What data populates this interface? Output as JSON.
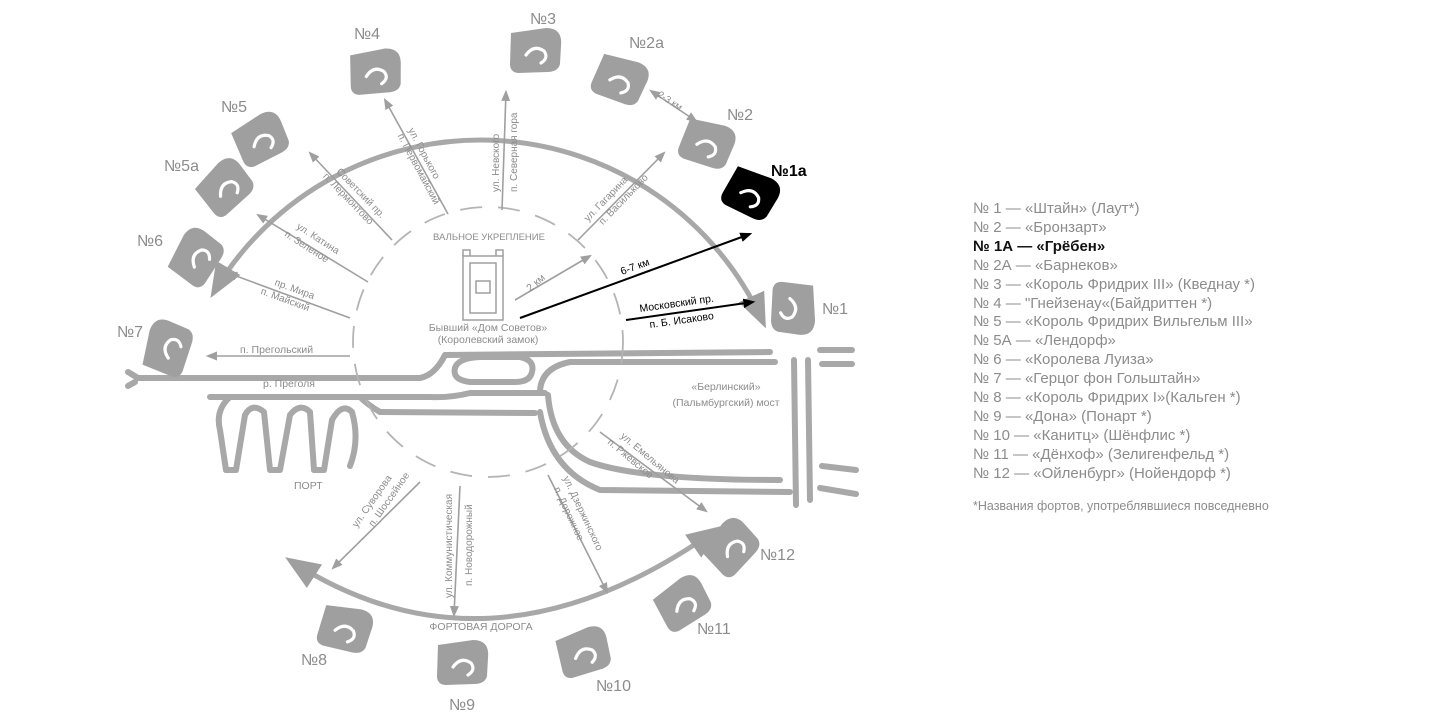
{
  "colors": {
    "gray": "#9f9f9f",
    "text": "#8c8c8c",
    "accent": "#000000"
  },
  "forts": [
    {
      "label": "№1"
    },
    {
      "label": "№1a"
    },
    {
      "label": "№2"
    },
    {
      "label": "№2a"
    },
    {
      "label": "№3"
    },
    {
      "label": "№4"
    },
    {
      "label": "№5"
    },
    {
      "label": "№5a"
    },
    {
      "label": "№6"
    },
    {
      "label": "№7"
    },
    {
      "label": "№8"
    },
    {
      "label": "№9"
    },
    {
      "label": "№10"
    },
    {
      "label": "№11"
    },
    {
      "label": "№12"
    }
  ],
  "map_labels": {
    "inner_ring": "ВАЛЬНОЕ УКРЕПЛЕНИЕ",
    "castle_line1": "Бывший «Дом Советов»",
    "castle_line2": "(Королевский замок)",
    "dist_2km": "2 км",
    "dist_67km": "6-7 км",
    "dist_23km": "2-3 км",
    "moskovsky_1": "Московский пр.",
    "moskovsky_2": "п. Б. Исаково",
    "bridge_1": "«Берлинский»",
    "bridge_2": "(Пальмбургский) мост",
    "river": "р. Преголя",
    "port": "ПОРТ",
    "fort_road": "ФОРТОВАЯ ДОРОГА",
    "pregolsky": "п. Прегольский"
  },
  "roads": [
    {
      "l1": "ул. Горького",
      "l2": "п. Первомайский"
    },
    {
      "l1": "ул. Невского",
      "l2": "п. Северная гора"
    },
    {
      "l1": "ул. Гагарина",
      "l2": "п. Васильково"
    },
    {
      "l1": "Советский пр.",
      "l2": "п. Лермонтово"
    },
    {
      "l1": "ул. Катина",
      "l2": "п. Зеленое"
    },
    {
      "l1": "пр. Мира",
      "l2": "п. Майский"
    },
    {
      "l1": "ул. Суворова",
      "l2": "п. Шоссейное"
    },
    {
      "l1": "ул. Коммунистическая",
      "l2": "п. Новодорожный"
    },
    {
      "l1": "ул. Дзержинского",
      "l2": "п. Дорожное"
    },
    {
      "l1": "ул. Емельянова",
      "l2": "п. Ржевское"
    }
  ],
  "legend": {
    "items": [
      {
        "num": "№ 1",
        "text": " — «Штайн» (Лаут*)",
        "active": false
      },
      {
        "num": "№ 2",
        "text": " — «Бронзарт»",
        "active": false
      },
      {
        "num": "№ 1А",
        "text": " — «Грёбен»",
        "active": true
      },
      {
        "num": "№ 2А",
        "text": " — «Барнеков»",
        "active": false
      },
      {
        "num": "№ 3",
        "text": " — «Король Фридрих III» (Кведнау *)",
        "active": false
      },
      {
        "num": "№ 4",
        "text": " — \"Гнейзенау«(Байдриттен *)",
        "active": false
      },
      {
        "num": "№ 5",
        "text": " — «Король Фридрих Вильгельм III»",
        "active": false
      },
      {
        "num": "№ 5А",
        "text": " — «Лендорф»",
        "active": false
      },
      {
        "num": "№ 6",
        "text": " — «Королева Луиза»",
        "active": false
      },
      {
        "num": "№ 7",
        "text": " — «Герцог фон Гольштайн»",
        "active": false
      },
      {
        "num": "№ 8",
        "text": " — «Король Фридрих I»(Кальген *)",
        "active": false
      },
      {
        "num": "№ 9",
        "text": " — «Дона» (Понарт *)",
        "active": false
      },
      {
        "num": "№ 10",
        "text": " — «Канитц» (Шёнфлис *)",
        "active": false
      },
      {
        "num": "№ 11",
        "text": " — «Дёнхоф» (Зелигенфельд *)",
        "active": false
      },
      {
        "num": "№ 12",
        "text": " — «Ойленбург» (Нойендорф *)",
        "active": false
      }
    ],
    "note": "*Названия фортов, употреблявшиеся повседневно"
  }
}
